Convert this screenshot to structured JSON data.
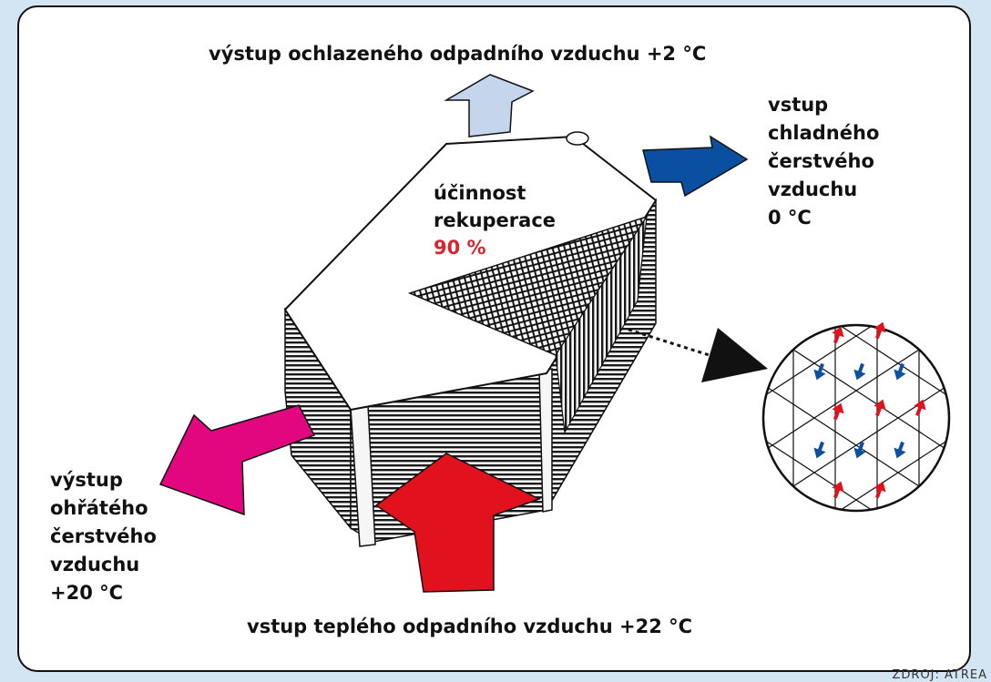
{
  "labels": {
    "top_outlet": "výstup ochlazeného odpadního vzduchu +2 °C",
    "bottom_inlet": "vstup teplého odpadního vzduchu +22 °C",
    "right_inlet": [
      "vstup",
      "chladného",
      "čerstvého",
      "vzduchu",
      "0 °C"
    ],
    "left_outlet": [
      "výstup",
      "ohřátého",
      "čerstvého",
      "vzduchu",
      "+20 °C"
    ],
    "efficiency_line1": "účinnost",
    "efficiency_line2": "rekuperace",
    "efficiency_value": "90 %"
  },
  "source": "ZDROJ: ATREA",
  "colors": {
    "cooled_exhaust": "#c5d6ec",
    "cold_fresh": "#0a4fa0",
    "warm_fresh": "#e2067f",
    "warm_exhaust": "#e1111e",
    "efficiency": "#d8262e",
    "background": "#d3e4f3"
  }
}
